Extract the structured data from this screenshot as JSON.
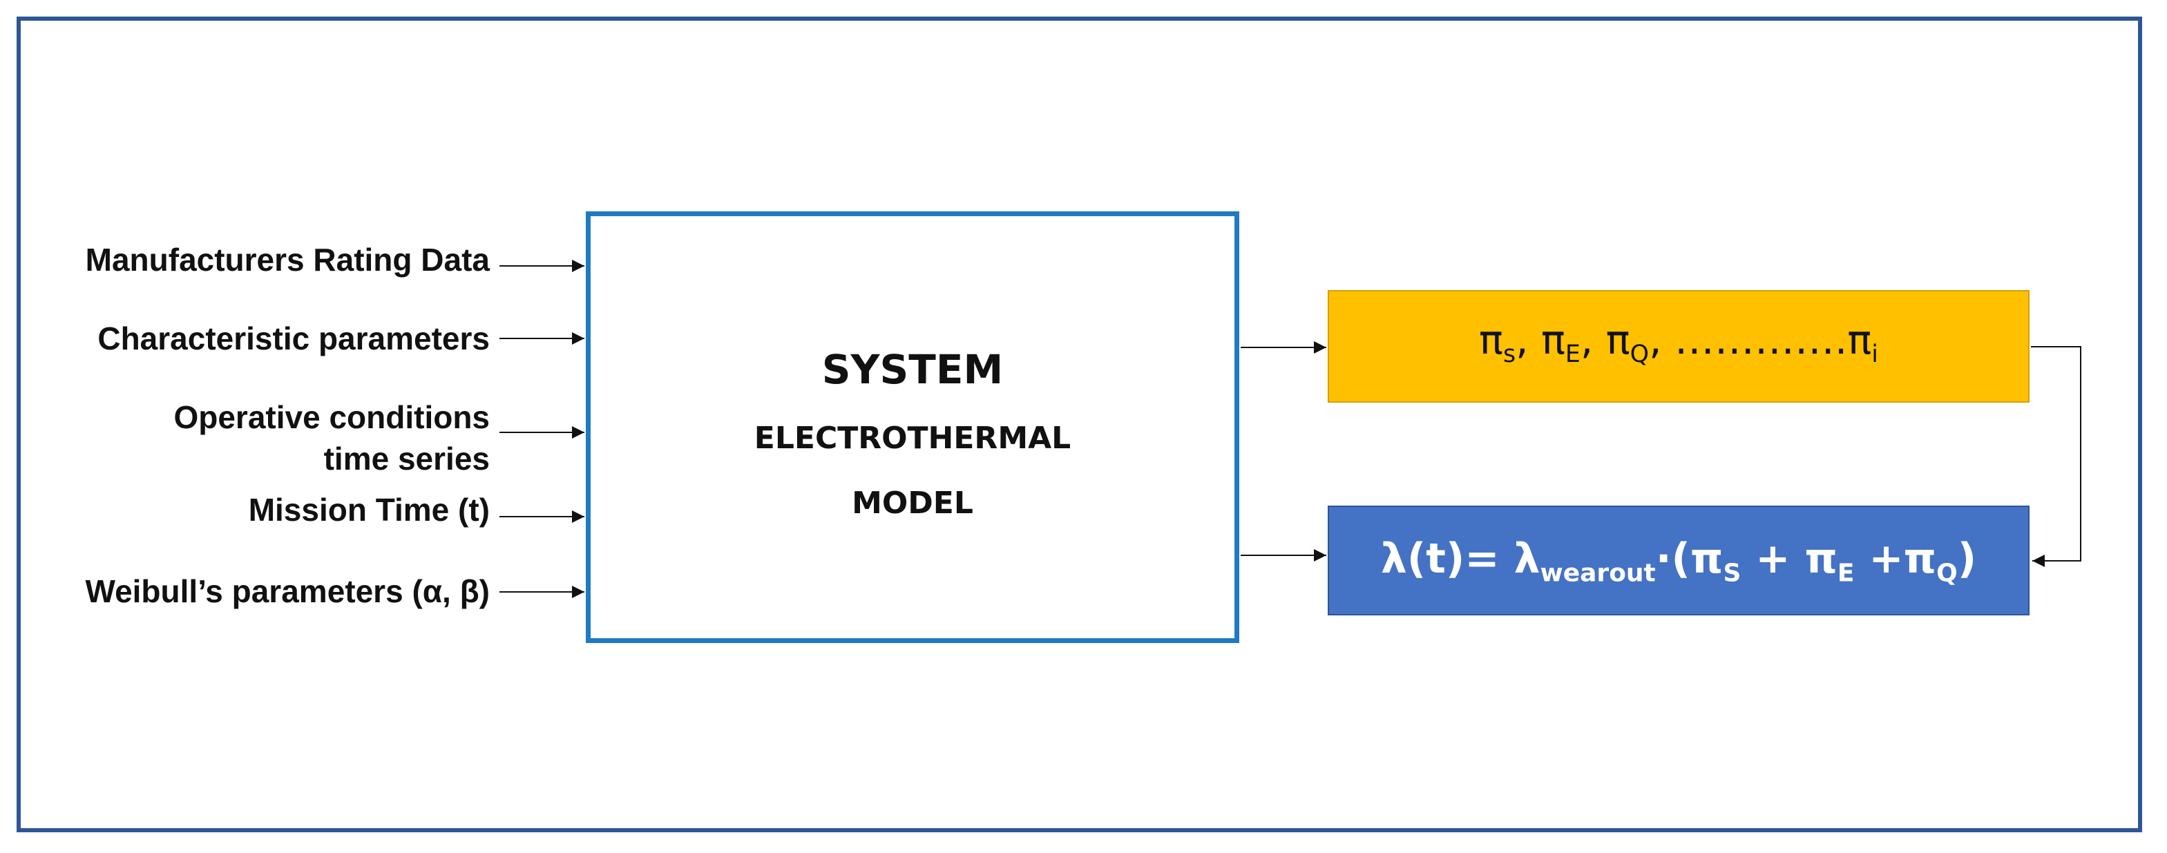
{
  "inputs": {
    "manufacturers": "Manufacturers Rating Data",
    "characteristic": "Characteristic parameters",
    "operative_line1": "Operative conditions",
    "operative_line2": "time series",
    "mission": "Mission Time (t)",
    "weibull": "Weibull’s parameters (α, β)"
  },
  "system": {
    "title": "SYSTEM",
    "line2": "ELECTROTHERMAL",
    "line3": "MODEL"
  },
  "factors": {
    "pi": "π",
    "s": "s",
    "sep1": ", π",
    "e": "E",
    "sep2": ", π",
    "q": "Q",
    "dots": ", ………….π",
    "i": "i"
  },
  "lambda": {
    "lhs": "λ(t)= λ",
    "wearout": "wearout",
    "mid": "·(π",
    "s": "S",
    "plus1": " + π",
    "e": "E",
    "plus2": " +π",
    "q": "Q",
    "close": ")"
  },
  "colors": {
    "frame": "#2f5597",
    "system_border": "#1f7ac4",
    "factor_box": "#ffc000",
    "lambda_box": "#4472c4"
  }
}
